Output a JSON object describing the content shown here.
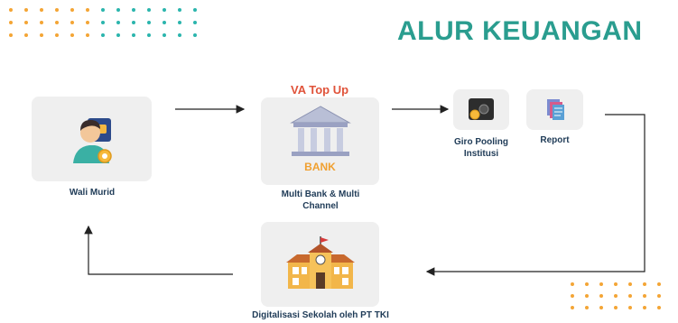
{
  "title": "ALUR KEUANGAN",
  "colors": {
    "accent_teal": "#2a9d8f",
    "dot_orange": "#f4a535",
    "dot_teal": "#2bb5ad",
    "label_navy": "#1f3b57",
    "va_red": "#e0533a",
    "box_gray": "#efefef"
  },
  "nodes": {
    "wali_murid": {
      "label": "Wali Murid",
      "icon": "parent-avatar-icon"
    },
    "multi_bank": {
      "label": "Multi Bank & Multi Channel",
      "icon": "bank-building-icon",
      "icon_text": "BANK",
      "top_label": "VA Top Up"
    },
    "giro": {
      "label": "Giro Pooling Institusi",
      "icon": "safe-icon"
    },
    "report": {
      "label": "Report",
      "icon": "report-stack-icon"
    },
    "digitalisasi": {
      "label": "Digitalisasi Sekolah oleh PT TKI",
      "icon": "school-building-icon"
    }
  }
}
